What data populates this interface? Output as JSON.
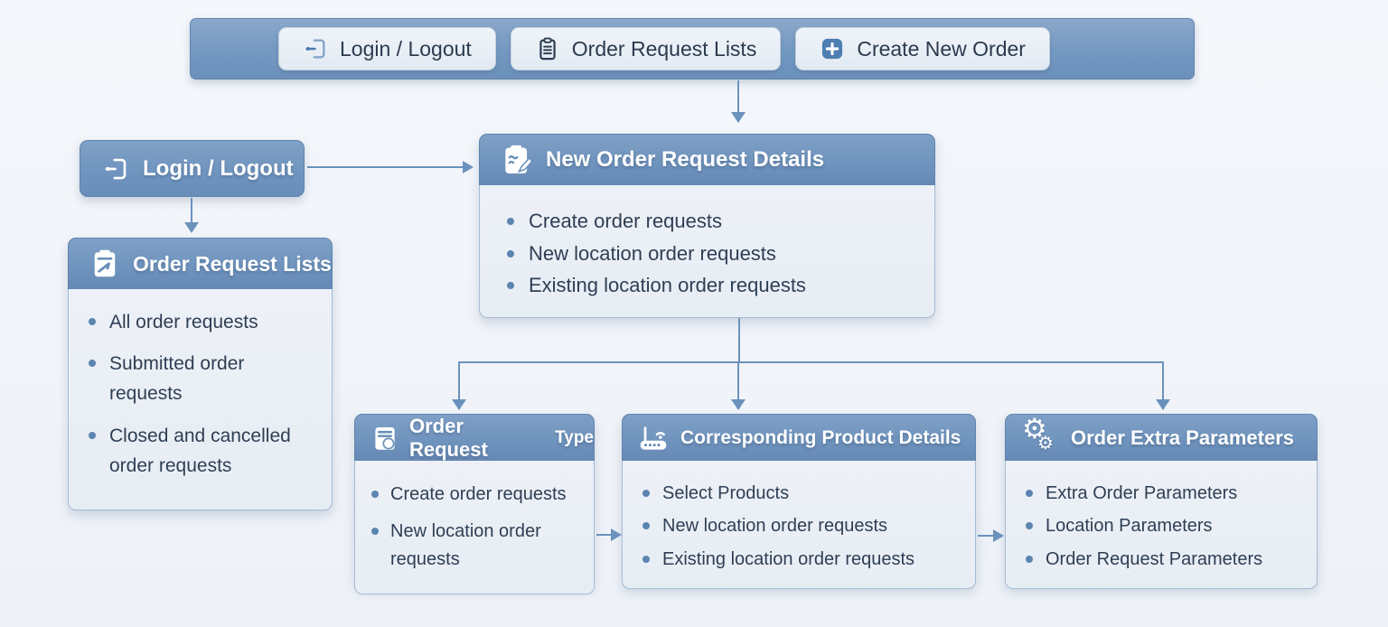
{
  "colors": {
    "background": "#f2f5f9",
    "bar_blue": "#7398c1",
    "header_blue": "#6e93bd",
    "panel_light": "#e9eef5",
    "panel_border": "#a3bbd5",
    "accent_blue": "#4c7eb1",
    "connector": "#6b92bd",
    "bullet": "#5b84b0",
    "text_dark": "#2f3e54",
    "text_light": "#ffffff"
  },
  "toolbar": {
    "buttons": [
      {
        "label": "Login / Logout",
        "icon": "login-icon"
      },
      {
        "label": "Order Request Lists",
        "icon": "clipboard-list-icon"
      },
      {
        "label": "Create New Order",
        "icon": "plus-square-icon"
      }
    ]
  },
  "nodes": {
    "login": {
      "label": "Login / Logout",
      "icon": "login-icon"
    },
    "order_request_lists": {
      "title": "Order Request Lists",
      "icon": "clipboard-check-icon",
      "items": [
        "All order requests",
        "Submitted order requests",
        "Closed and cancelled order requests"
      ]
    },
    "new_order_request_details": {
      "title": "New Order Request Details",
      "icon": "clipboard-pen-icon",
      "items": [
        "Create order requests",
        "New location order requests",
        "Existing location order requests"
      ]
    },
    "order_request_type": {
      "title": "Order Request",
      "title_suffix": "Type",
      "icon": "document-badge-icon",
      "items": [
        "Create order requests",
        "New location order requests"
      ]
    },
    "corresponding_product_details": {
      "title": "Corresponding Product Details",
      "icon": "router-icon",
      "items": [
        "Select Products",
        "New location order requests",
        "Existing location order requests"
      ]
    },
    "order_extra_parameters": {
      "title": "Order Extra Parameters",
      "icon": "gears-icon",
      "items": [
        "Extra Order Parameters",
        "Location Parameters",
        "Order Request Parameters"
      ]
    }
  }
}
